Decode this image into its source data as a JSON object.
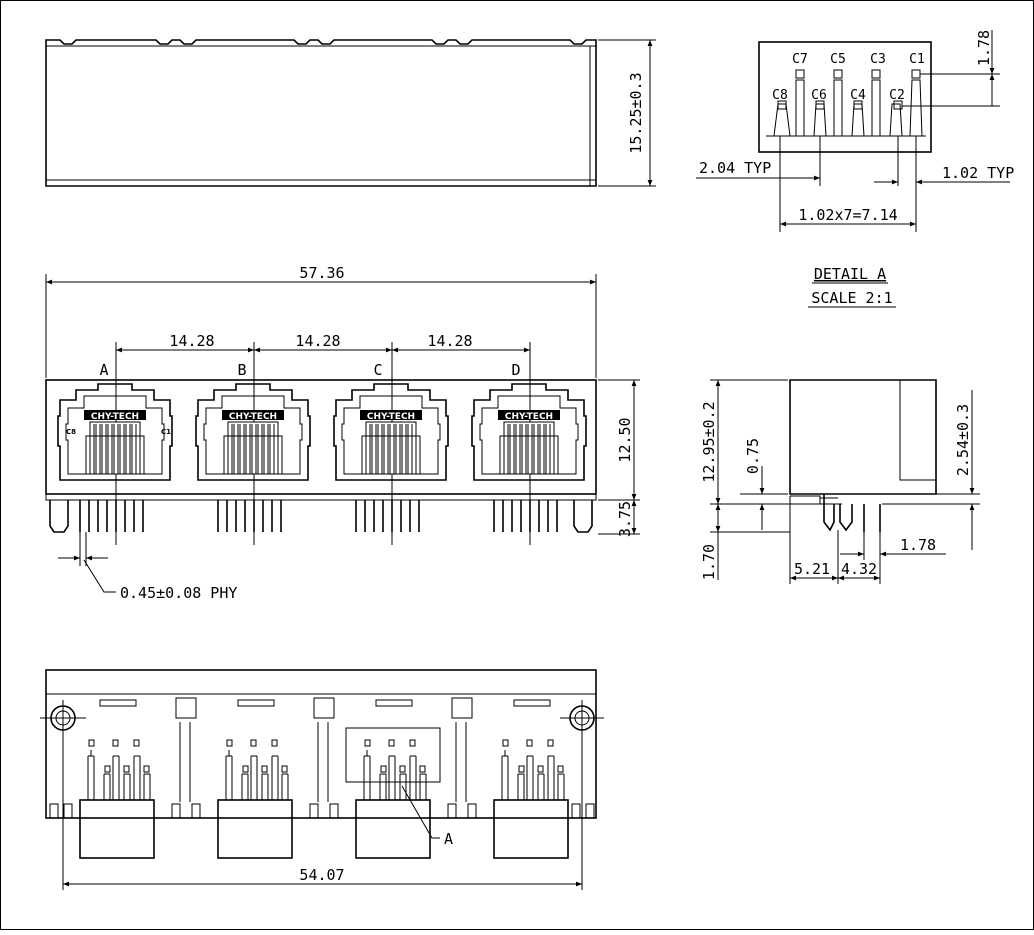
{
  "drawing": {
    "brand_mark": "CHY-TECH",
    "top_view": {
      "height_dim": "15.25±0.3"
    },
    "front_view": {
      "overall_width": "57.36",
      "pitch": [
        "14.28",
        "14.28",
        "14.28"
      ],
      "port_labels": [
        "A",
        "B",
        "C",
        "D"
      ],
      "height_dim": "12.50",
      "pin_len": "3.75",
      "pin_label_left": "C8",
      "pin_label_right": "C1",
      "pin_dia": "0.45±0.08 PHY"
    },
    "detail": {
      "title": "DETAIL A",
      "scale": "SCALE 2:1",
      "pins_top": [
        "C7",
        "C5",
        "C3",
        "C1"
      ],
      "pins_bottom": [
        "C8",
        "C6",
        "C4",
        "C2"
      ],
      "offset": "1.78",
      "pitch_left": "2.04 TYP",
      "pitch_right": "1.02 TYP",
      "span": "1.02x7=7.14"
    },
    "side_view": {
      "height_total": "12.95±0.2",
      "standoff": "0.75",
      "body_height": "2.54±0.3",
      "pin_len": "1.70",
      "dim_a": "5.21",
      "dim_b": "4.32",
      "dim_c": "1.78"
    },
    "bottom_view": {
      "width_dim": "54.07",
      "callout": "A"
    }
  }
}
